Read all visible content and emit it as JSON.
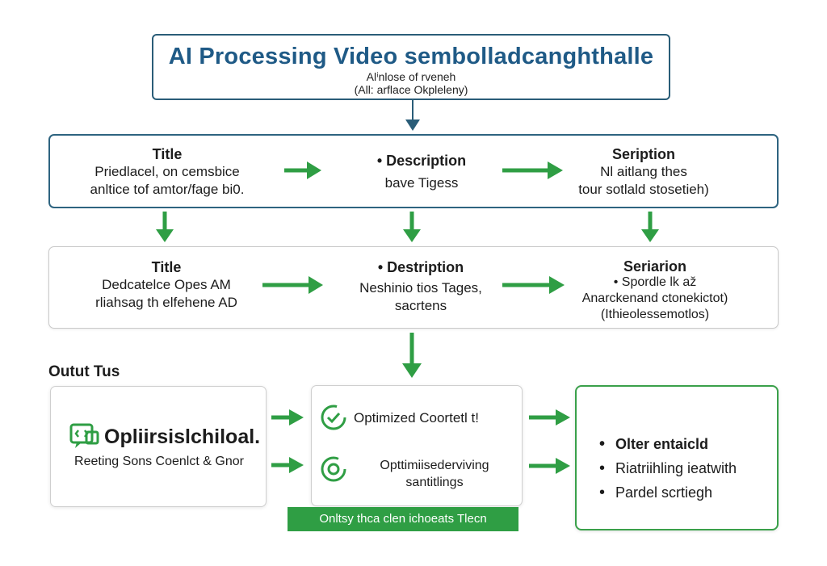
{
  "header": {
    "title": "AI Processing Video sembolladcanghthalle",
    "sub1": "Alⁱnlose of rveneh",
    "sub2": "(All: arflace Okpleleny)"
  },
  "row1": {
    "left": {
      "title": "Title",
      "line1": "Priedlacel, on cemsbice",
      "line2": "anltice tof amtor/fage bi0."
    },
    "mid": {
      "title": "• Description",
      "line1": "bave Tigess"
    },
    "right": {
      "title": "Seription",
      "line1": "Nl aitlang thes",
      "line2": "tour sotlald stosetieh)"
    }
  },
  "row2": {
    "left": {
      "title": "Title",
      "line1": "Dedcatelce Opes AM",
      "line2": "rliahsag th elfehene AD"
    },
    "mid": {
      "title": "• Destription",
      "line1": "Neshinio tios Tages,",
      "line2": "sacrtens"
    },
    "right": {
      "title": "Seriarion",
      "line1": "• Spordle lk až",
      "line2": "Anarckenand ctonekictot)",
      "line3": "(Ithieolessemotlos)"
    }
  },
  "outputs": {
    "label": "Outut Tus",
    "left": {
      "title": "Opliirsislchiloal.",
      "line1": "Reeting Sons Coenlct & Gnor"
    },
    "mid": {
      "item1": "Optimized Coortetl t!",
      "item2_line1": "Opttimiisederviving",
      "item2_line2": "santitlings"
    },
    "right": {
      "item1": "Olter entaicld",
      "item2": "Riatriihling ieatwith",
      "item3": "Pardel scrtiegh"
    },
    "banner": "Onltsy thca clen ichoeats Tlecn"
  },
  "colors": {
    "accent_green": "#2f9e44",
    "navy": "#1f5a86",
    "border_navy": "#2e6480"
  },
  "icons": {
    "output_left": "chat-code-icon",
    "output_mid_1": "sync-check-icon",
    "output_mid_2": "refresh-gear-icon"
  }
}
